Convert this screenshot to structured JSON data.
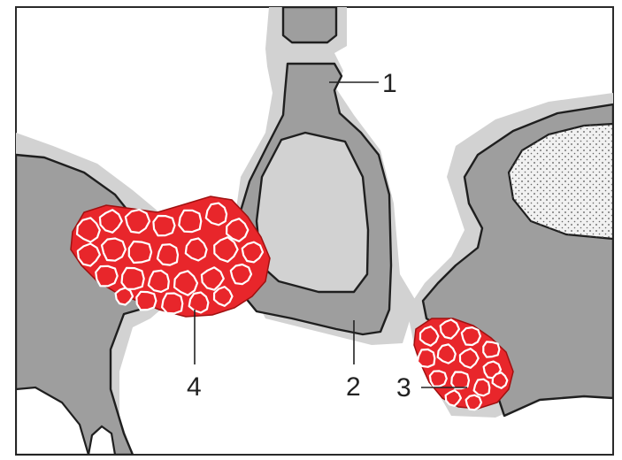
{
  "labels": {
    "l1": "1",
    "l2": "2",
    "l3": "3",
    "l4": "4"
  },
  "colors": {
    "background": "#ffffff",
    "halo": "#d2d2d2",
    "tissue": "#9e9e9e",
    "outline": "#1f1f1f",
    "cell": "#e8262b",
    "cell_edge": "#a01010",
    "stipple": "#555555"
  }
}
